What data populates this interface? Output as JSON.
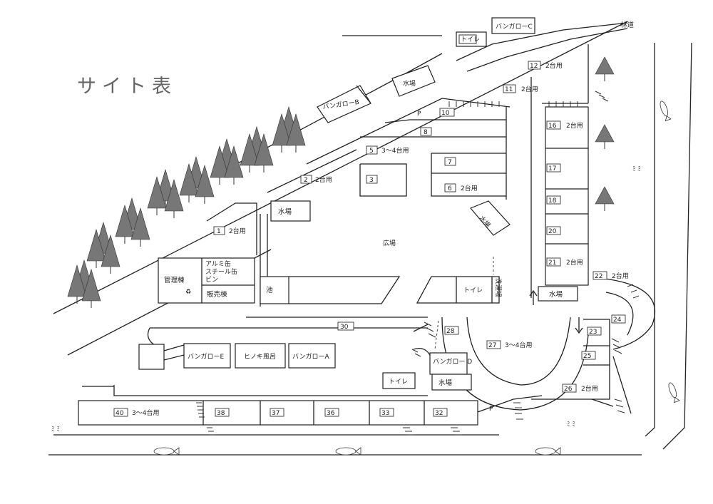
{
  "title": "サイト表",
  "labels": {
    "forest_road": "林道",
    "toilet": "トイレ",
    "water": "水場",
    "bungalow_a": "バンガローA",
    "bungalow_b": "バンガローB",
    "bungalow_c": "バンガローC",
    "bungalow_d": "バンガロー D",
    "bungalow_e": "バンガローE",
    "hinoki_bath": "ヒノキ風呂",
    "plaza": "広場",
    "pond": "池",
    "office": "管理棟",
    "shop": "販売棟",
    "recycle_1": "アルミ缶",
    "recycle_2": "スチール缶",
    "recycle_3": "ビン",
    "washroom": "洗濯場",
    "parking": "P"
  },
  "capacity": {
    "two_cars": "2台用",
    "three_four_cars": "3～4台用"
  },
  "sites": {
    "s1": "1",
    "s2": "2",
    "s3": "3",
    "s5": "5",
    "s6": "6",
    "s7": "7",
    "s8": "8",
    "s10": "10",
    "s11": "11",
    "s12": "12",
    "s16": "16",
    "s17": "17",
    "s18": "18",
    "s20": "20",
    "s21": "21",
    "s22": "22",
    "s23": "23",
    "s24": "24",
    "s25": "25",
    "s26": "26",
    "s27": "27",
    "s28": "28",
    "s30": "30",
    "s32": "32",
    "s33": "33",
    "s36": "36",
    "s37": "37",
    "s38": "38",
    "s40": "40"
  },
  "icons": [
    "tree-icon",
    "fish-icon",
    "arrow-up-icon",
    "arrow-down-icon",
    "recycle-icon"
  ]
}
